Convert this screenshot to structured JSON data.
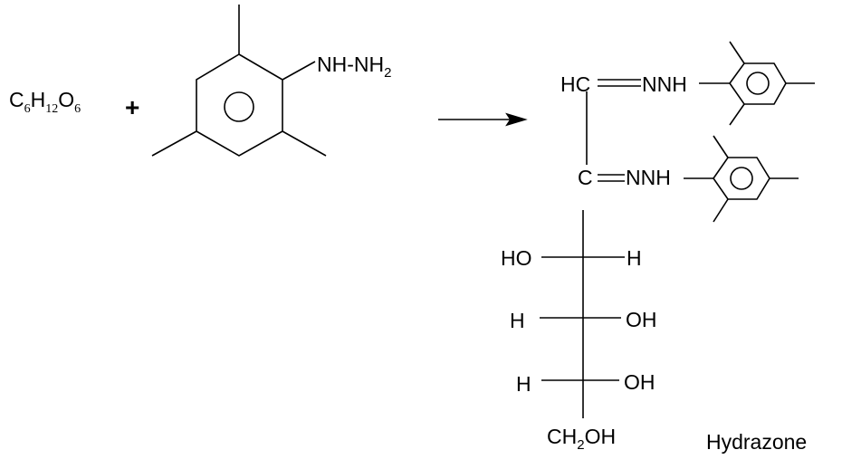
{
  "reactant_sugar": {
    "c": "C",
    "c_n": "6",
    "h": "H",
    "h_n": "12",
    "o": "O",
    "o_n": "6"
  },
  "plus": "+",
  "reagent": {
    "group": "NH-NH",
    "group_sub": "2"
  },
  "product": {
    "c1": "HC",
    "c1_group": "NNH",
    "c2": "C",
    "c2_group": "NNH",
    "row1_left": "HO",
    "row1_right": "H",
    "row2_left": "H",
    "row2_right": "OH",
    "row3_left": "H",
    "row3_right": "OH",
    "bottom_ch": "CH",
    "bottom_sub": "2",
    "bottom_oh": "OH",
    "name": "Hydrazone"
  }
}
